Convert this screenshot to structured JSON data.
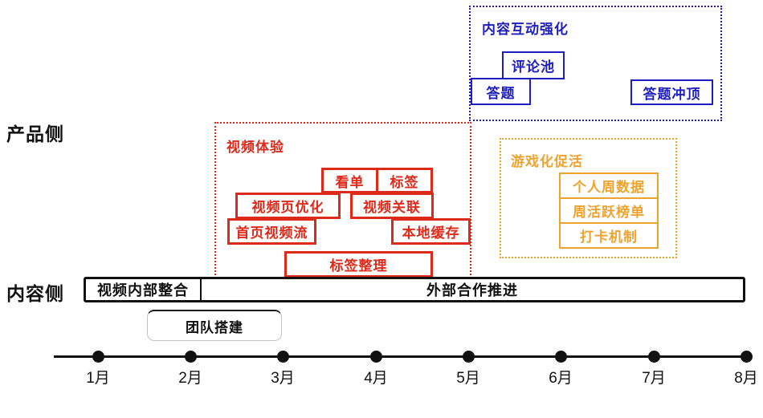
{
  "row_labels": {
    "product": "产品侧",
    "content": "内容侧"
  },
  "colors": {
    "blue": "#1d1dc0",
    "red": "#dd2a1b",
    "orange": "#eea32e",
    "black": "#111111"
  },
  "groups": {
    "interaction": {
      "title": "内容互动强化",
      "items": [
        {
          "label": "评论池"
        },
        {
          "label": "答题"
        },
        {
          "label": "答题冲顶"
        }
      ]
    },
    "video": {
      "title": "视频体验",
      "items": [
        {
          "label": "看单"
        },
        {
          "label": "标签"
        },
        {
          "label": "视频页优化"
        },
        {
          "label": "视频关联"
        },
        {
          "label": "首页视频流"
        },
        {
          "label": "本地缓存"
        },
        {
          "label": "标签整理"
        }
      ]
    },
    "gamification": {
      "title": "游戏化促活",
      "items": [
        {
          "label": "个人周数据"
        },
        {
          "label": "周活跃榜单"
        },
        {
          "label": "打卡机制"
        }
      ]
    }
  },
  "content_bar": {
    "segments": [
      {
        "label": "视频内部整合"
      },
      {
        "label": "外部合作推进"
      }
    ]
  },
  "team_box": {
    "label": "团队搭建"
  },
  "timeline": {
    "months": [
      "1月",
      "2月",
      "3月",
      "4月",
      "5月",
      "6月",
      "7月",
      "8月"
    ]
  }
}
